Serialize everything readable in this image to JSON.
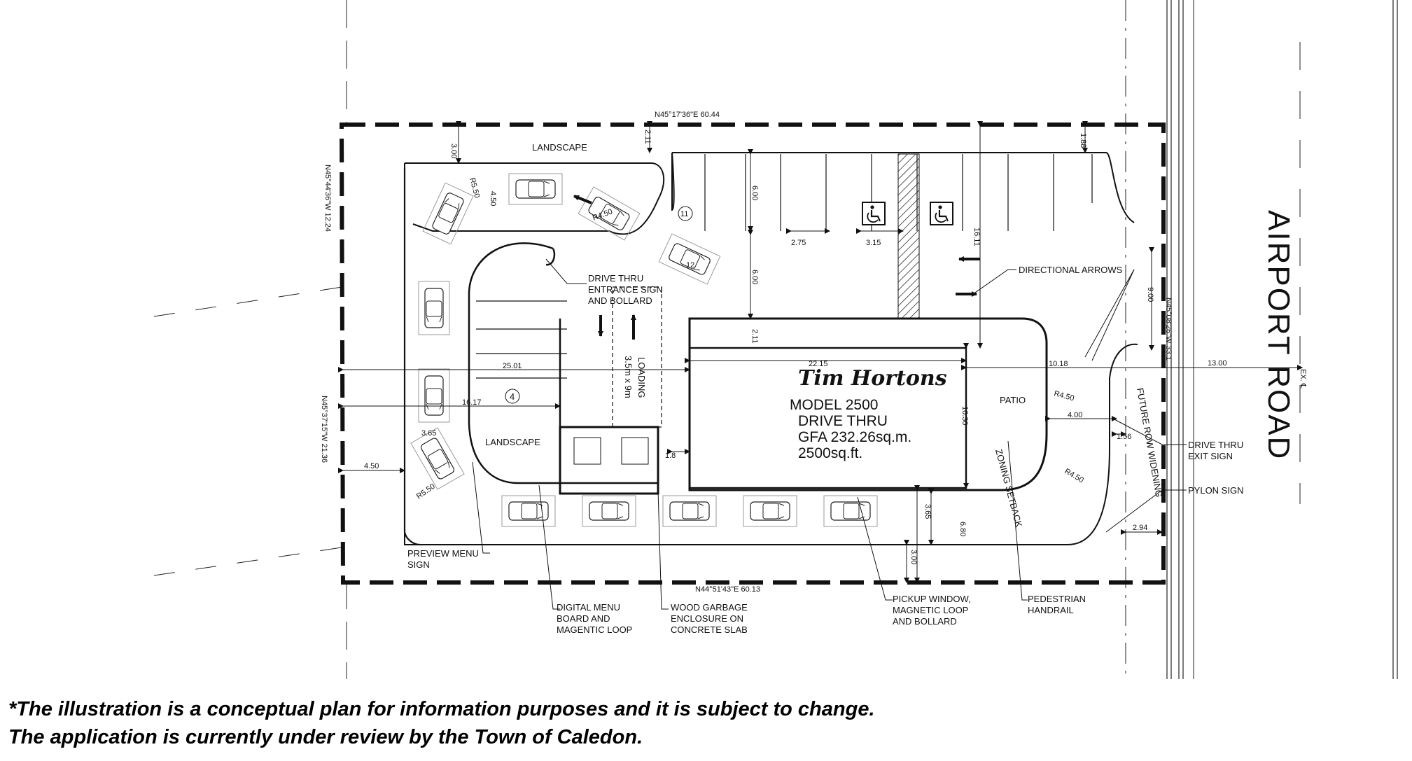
{
  "plan": {
    "road_name": "AIRPORT ROAD",
    "brand": "Tim Hortons",
    "building": {
      "model": "MODEL 2500",
      "type": "DRIVE THRU",
      "gfa": "GFA  232.26sq.m.",
      "area_sqft": "2500sq.ft."
    },
    "bearings": {
      "north": "N45°17'36\"E  60.44",
      "south": "N44°51'43\"E  60.13",
      "west_upper": "N45°44'36\"W 12.24",
      "west_lower": "N45°37'15\"W 21.36",
      "east": "N45°08'26\"W  33.1"
    },
    "labels": {
      "landscape_top": "LANDSCAPE",
      "landscape_inner": "LANDSCAPE",
      "patio": "PATIO",
      "zoning_setback": "ZONING SETBACK",
      "future_row": "FUTURE ROW WIDENING",
      "loading": "LOADING",
      "loading_size": "3.5m x 9m",
      "ex_cl": "EX. ℄",
      "stall_4": "4",
      "stall_11": "11",
      "stall_12": "12"
    },
    "callouts": {
      "entrance_sign": [
        "DRIVE THRU",
        "ENTRANCE SIGN",
        "AND BOLLARD"
      ],
      "directional_arrows": "DIRECTIONAL ARROWS",
      "exit_sign": [
        "DRIVE THRU",
        "EXIT SIGN"
      ],
      "pylon_sign": "PYLON SIGN",
      "preview_menu": [
        "PREVIEW MENU",
        "SIGN"
      ],
      "digital_menu": [
        "DIGITAL MENU",
        "BOARD AND",
        "MAGENTIC LOOP"
      ],
      "garbage": [
        "WOOD GARBAGE",
        "ENCLOSURE ON",
        "CONCRETE SLAB"
      ],
      "pickup": [
        "PICKUP WINDOW,",
        "MAGNETIC LOOP",
        "AND BOLLARD"
      ],
      "handrail": [
        "PEDESTRIAN",
        "HANDRAIL"
      ]
    },
    "dimensions": {
      "d_300_top": "3.00",
      "d_211_top": "2.11",
      "d_188": "1.88",
      "d_r550_top": "R5.50",
      "d_450_small": "4.50",
      "d_r450_car": "R4.50",
      "d_600_a": "6.00",
      "d_600_b": "6.00",
      "d_275": "2.75",
      "d_315": "3.15",
      "d_1611": "16.11",
      "d_211_mid": "2.11",
      "d_2215": "22.15",
      "d_2501": "25.01",
      "d_1617": "16.17",
      "d_365_left": "3.65",
      "d_450_left": "4.50",
      "d_r550_bot": "R5.50",
      "d_18": "1.8",
      "d_1030": "10.30",
      "d_1018": "10.18",
      "d_r450_a": "R4.50",
      "d_400": "4.00",
      "d_156": "1.56",
      "d_r450_b": "R4.50",
      "d_900": "9.00",
      "d_1300": "13.00",
      "d_294": "2.94",
      "d_365_bot": "3.65",
      "d_680": "6.80",
      "d_300_bot": "3.00"
    }
  },
  "disclaimer": {
    "line1": "*The illustration is a conceptual plan for information purposes and it is subject to change.",
    "line2": "The application is currently under review by the Town of Caledon."
  }
}
